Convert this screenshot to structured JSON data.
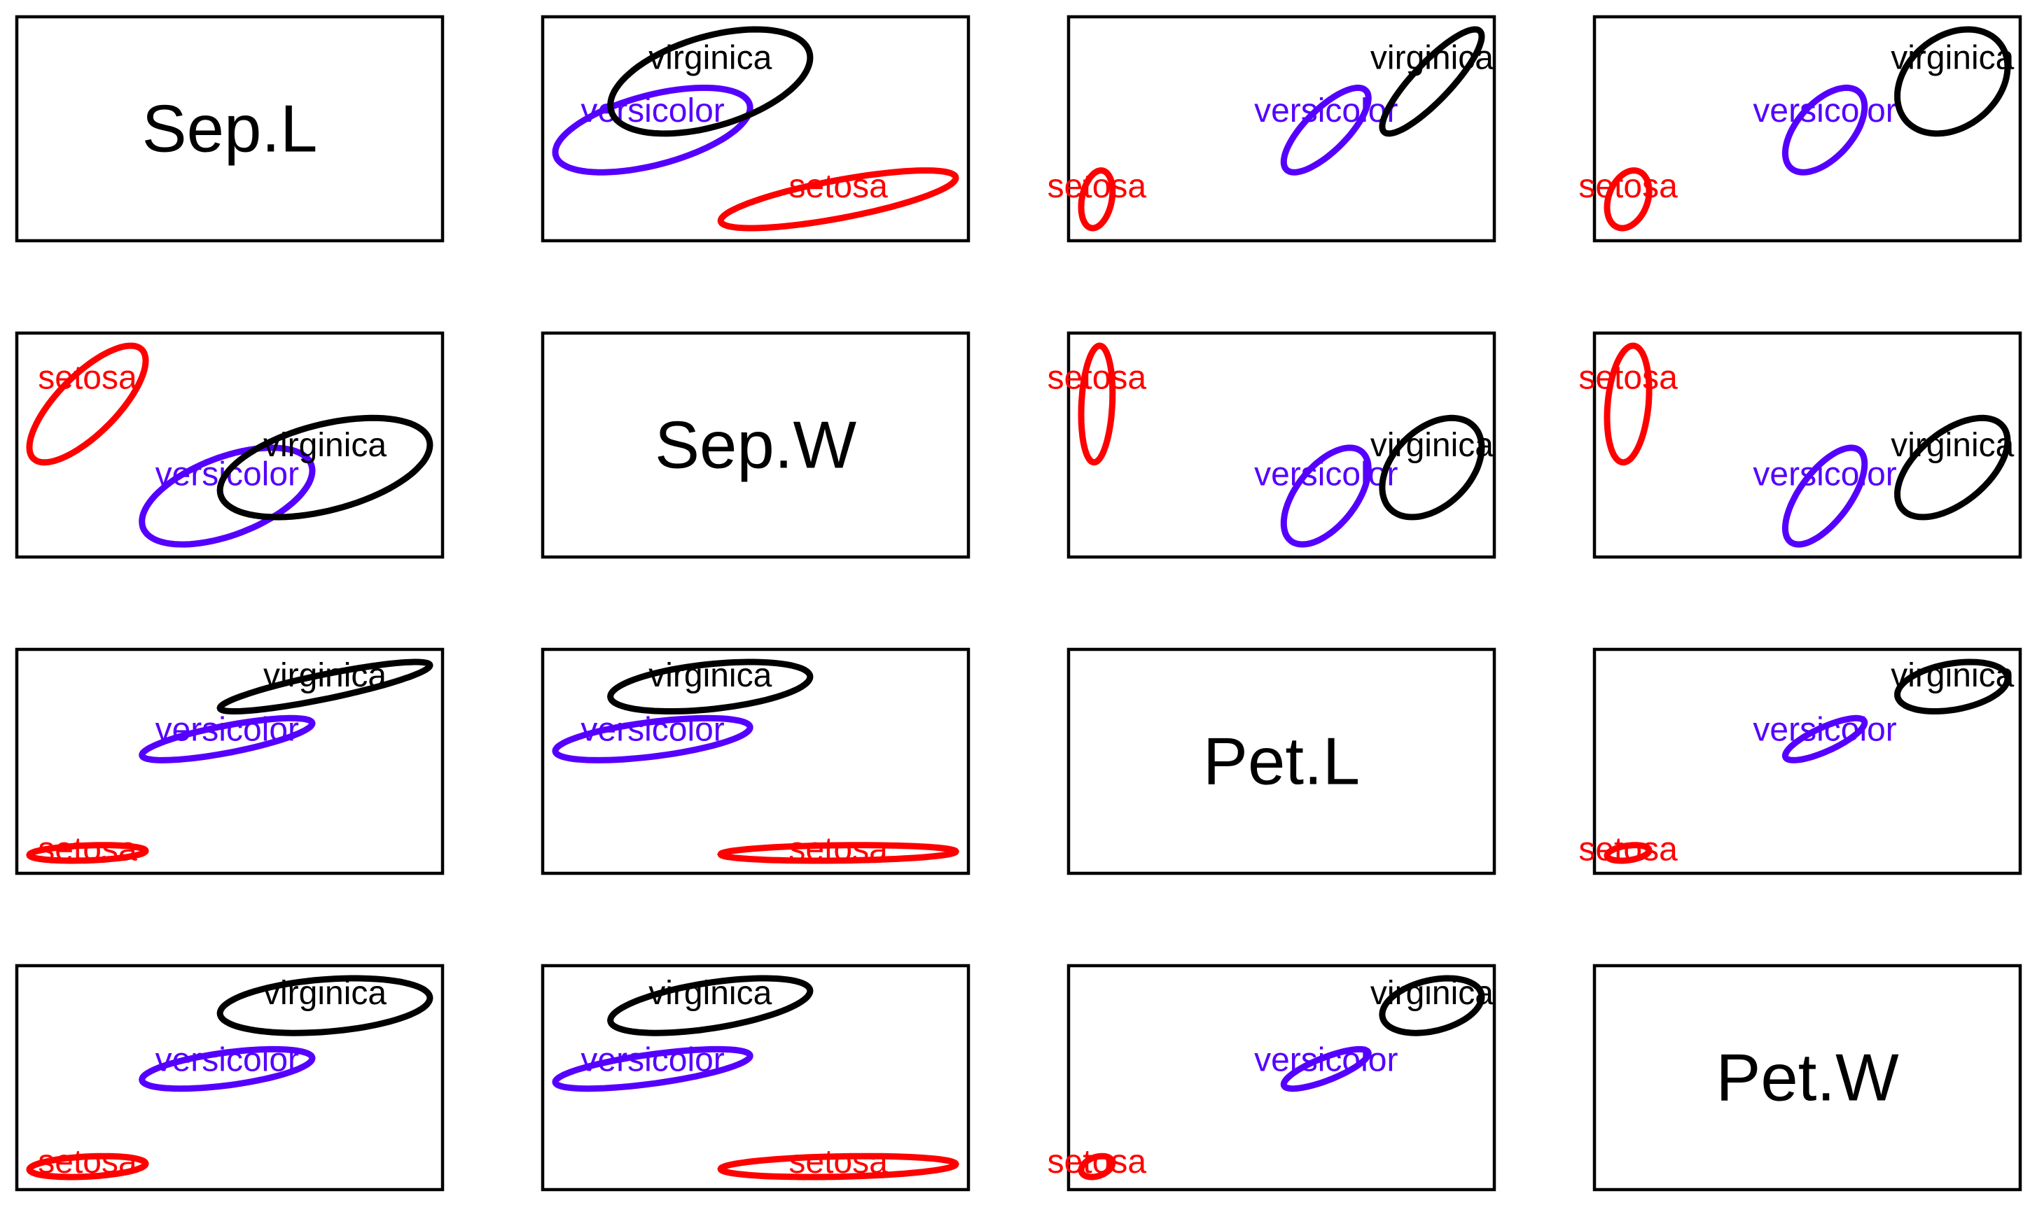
{
  "chart_data": {
    "type": "ellipse-scatterplot-matrix",
    "title": "",
    "variables": [
      "Sep.L",
      "Sep.W",
      "Pet.L",
      "Pet.W"
    ],
    "grid": false,
    "legend": "none",
    "series": [
      {
        "name": "setosa",
        "color": "#ff0000",
        "means": [
          5.006,
          3.428,
          1.462,
          0.246
        ],
        "sds": [
          0.352,
          0.379,
          0.174,
          0.105
        ],
        "cor": [
          [
            1.0,
            0.743,
            0.267,
            0.278
          ],
          [
            0.743,
            1.0,
            0.178,
            0.233
          ],
          [
            0.267,
            0.178,
            1.0,
            0.332
          ],
          [
            0.278,
            0.233,
            0.332,
            1.0
          ]
        ]
      },
      {
        "name": "versicolor",
        "color": "#5500ff",
        "means": [
          5.936,
          2.77,
          4.26,
          1.326
        ],
        "sds": [
          0.516,
          0.314,
          0.47,
          0.198
        ],
        "cor": [
          [
            1.0,
            0.526,
            0.754,
            0.546
          ],
          [
            0.526,
            1.0,
            0.561,
            0.664
          ],
          [
            0.754,
            0.561,
            1.0,
            0.787
          ],
          [
            0.546,
            0.664,
            0.787,
            1.0
          ]
        ]
      },
      {
        "name": "virginica",
        "color": "#000000",
        "means": [
          6.588,
          2.974,
          5.552,
          2.026
        ],
        "sds": [
          0.636,
          0.322,
          0.552,
          0.275
        ],
        "cor": [
          [
            1.0,
            0.457,
            0.864,
            0.281
          ],
          [
            0.457,
            1.0,
            0.401,
            0.538
          ],
          [
            0.864,
            0.401,
            1.0,
            0.322
          ],
          [
            0.281,
            0.538,
            0.322,
            1.0
          ]
        ]
      }
    ]
  }
}
